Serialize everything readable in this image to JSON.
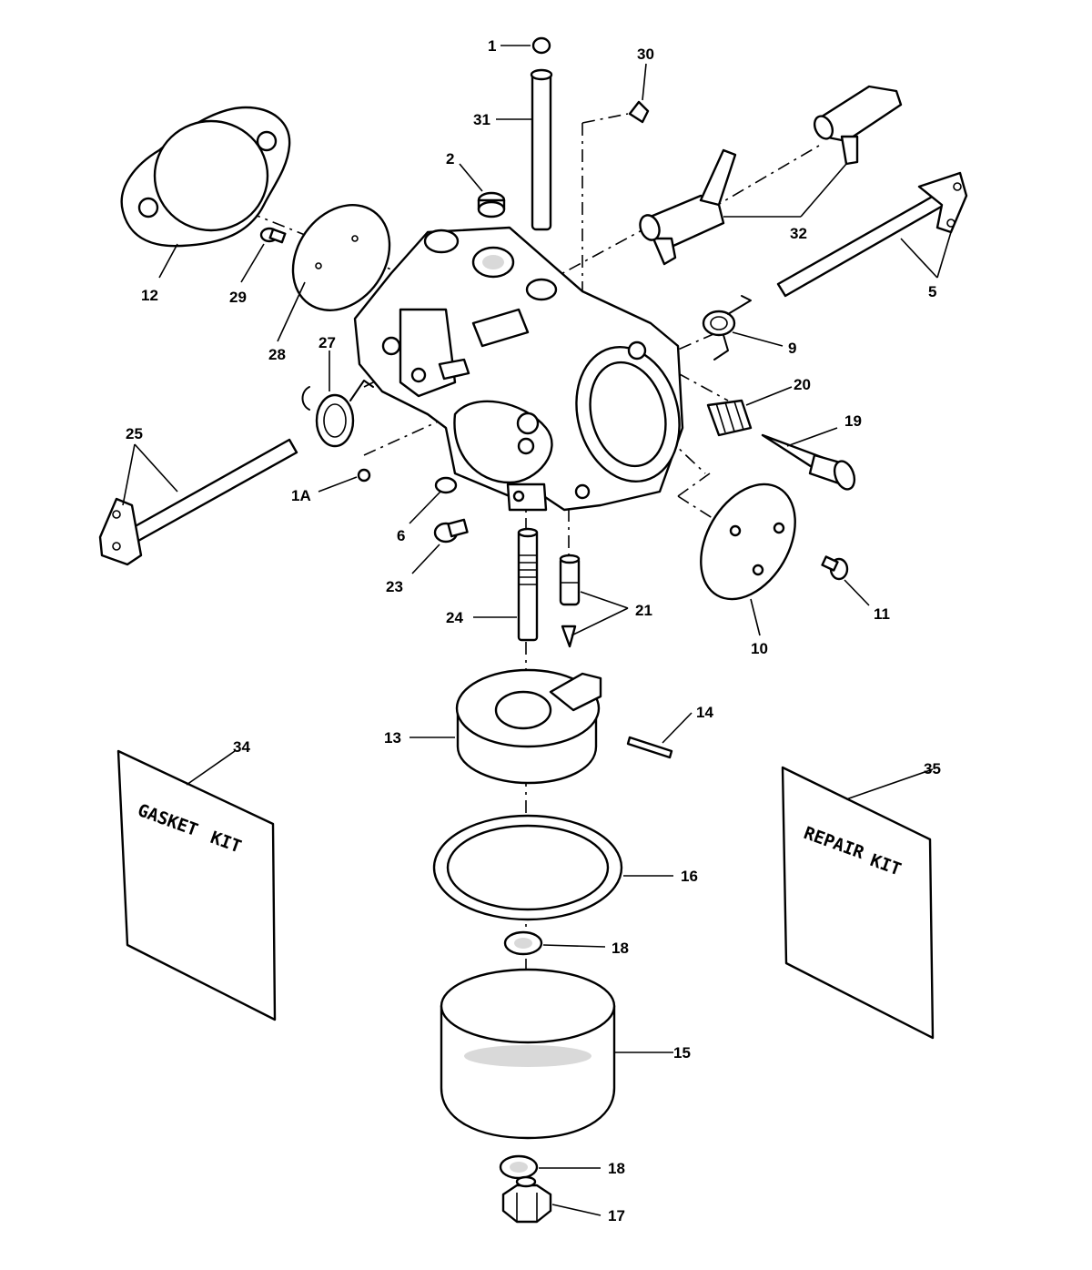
{
  "callouts": {
    "c1": "1",
    "c1a": "1A",
    "c2": "2",
    "c5": "5",
    "c6": "6",
    "c9": "9",
    "c10": "10",
    "c11": "11",
    "c12": "12",
    "c13": "13",
    "c14": "14",
    "c15": "15",
    "c16": "16",
    "c17": "17",
    "c18a": "18",
    "c18b": "18",
    "c19": "19",
    "c20": "20",
    "c21": "21",
    "c23": "23",
    "c24": "24",
    "c25": "25",
    "c27": "27",
    "c28": "28",
    "c29": "29",
    "c30": "30",
    "c31": "31",
    "c32": "32",
    "c34": "34",
    "c35": "35"
  },
  "kits": {
    "gasket_line1": "GASKET",
    "gasket_line2": "KIT",
    "repair_line1": "REPAIR",
    "repair_line2": "KIT"
  }
}
